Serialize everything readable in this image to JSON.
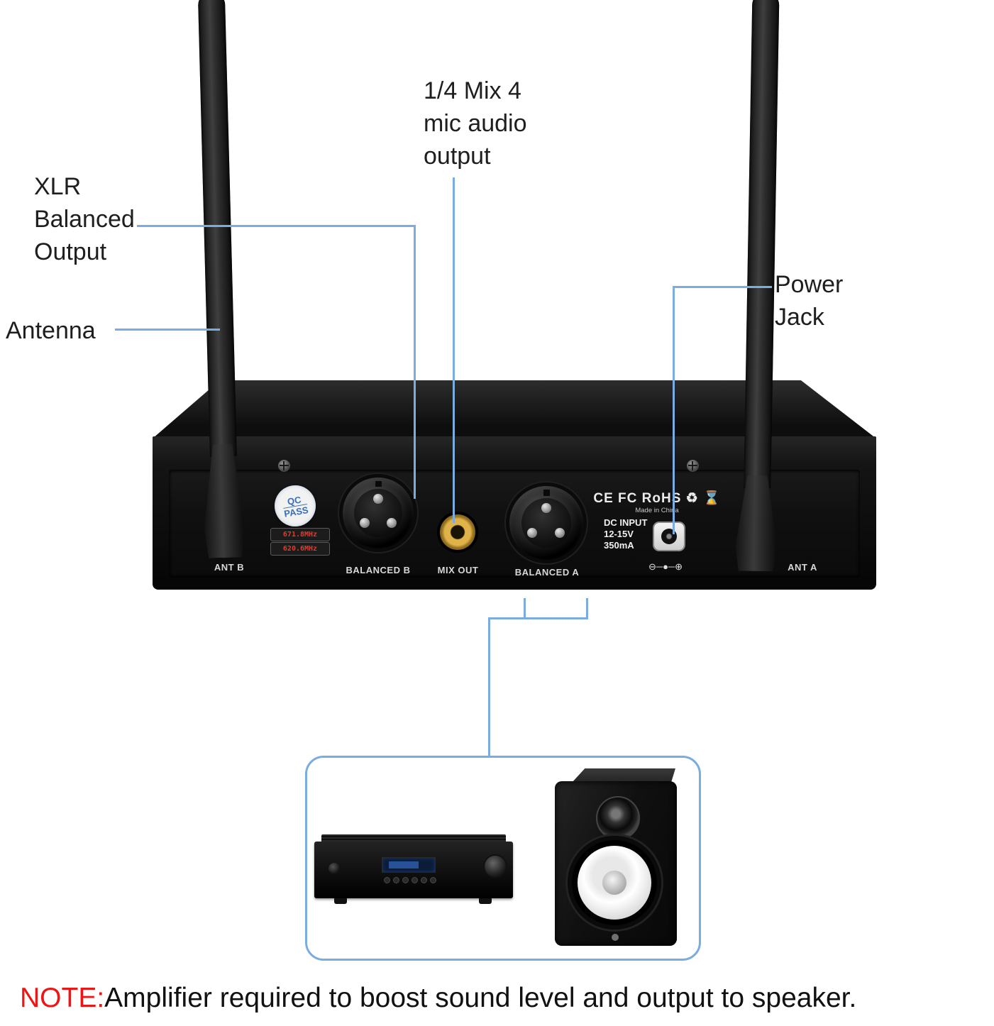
{
  "colors": {
    "callout_blue": "#7aace0",
    "note_red": "#ee1515",
    "jack_gold": "#d9a83c",
    "display_blue": "#2e5ca8"
  },
  "callouts": {
    "mix": {
      "line1": "1/4 Mix 4",
      "line2": "mic audio",
      "line3": "output"
    },
    "xlr": {
      "line1": "XLR",
      "line2": "Balanced",
      "line3": "Output"
    },
    "antenna": {
      "label": "Antenna"
    },
    "power": {
      "line1": "Power",
      "line2": "Jack"
    }
  },
  "panel": {
    "ant_b": "ANT B",
    "ant_a": "ANT A",
    "qc": {
      "line1": "QC",
      "line2": "PASS"
    },
    "freq1": "671.8MHz",
    "freq2": "620.6MHz",
    "balanced_b": "BALANCED B",
    "mix_out": "MIX OUT",
    "balanced_a": "BALANCED A",
    "dc": {
      "line1": "DC INPUT",
      "line2": "12-15V",
      "line3": "350mA"
    },
    "polarity": "⊖─●─⊕",
    "certs": "CE FC RoHS ♻ ⌛",
    "made_in": "Made in China"
  },
  "note": {
    "prefix": "NOTE:",
    "text": "Amplifier required to boost sound level and output to speaker."
  }
}
